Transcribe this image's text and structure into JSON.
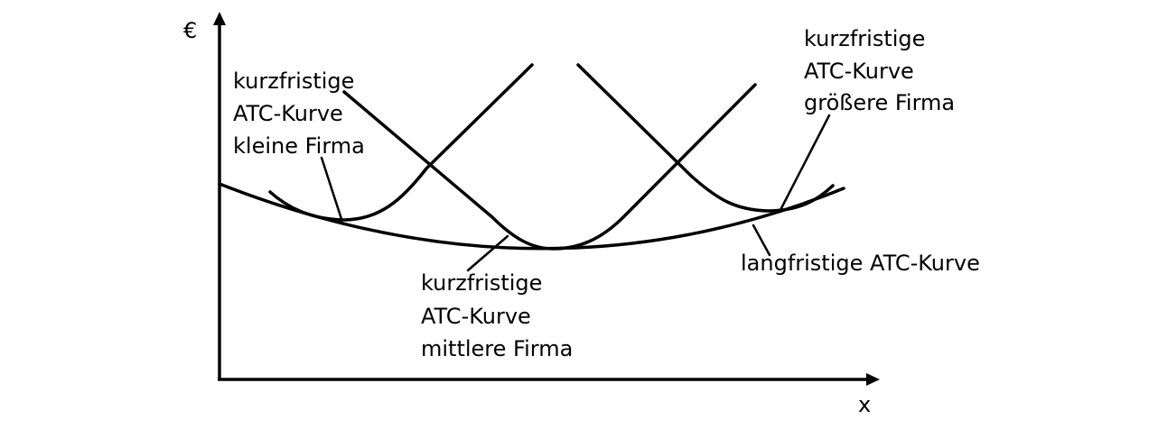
{
  "axes": {
    "y_label": "€",
    "x_label": "x"
  },
  "labels": {
    "small_firm": [
      "kurzfristige",
      "ATC-Kurve",
      "kleine Firma"
    ],
    "medium_firm": [
      "kurzfristige",
      "ATC-Kurve",
      "mittlere Firma"
    ],
    "large_firm": [
      "kurzfristige",
      "ATC-Kurve",
      "größere Firma"
    ],
    "long_run": [
      "langfristige ATC-Kurve"
    ]
  },
  "colors": {
    "stroke": "#000000",
    "background": "#ffffff"
  }
}
